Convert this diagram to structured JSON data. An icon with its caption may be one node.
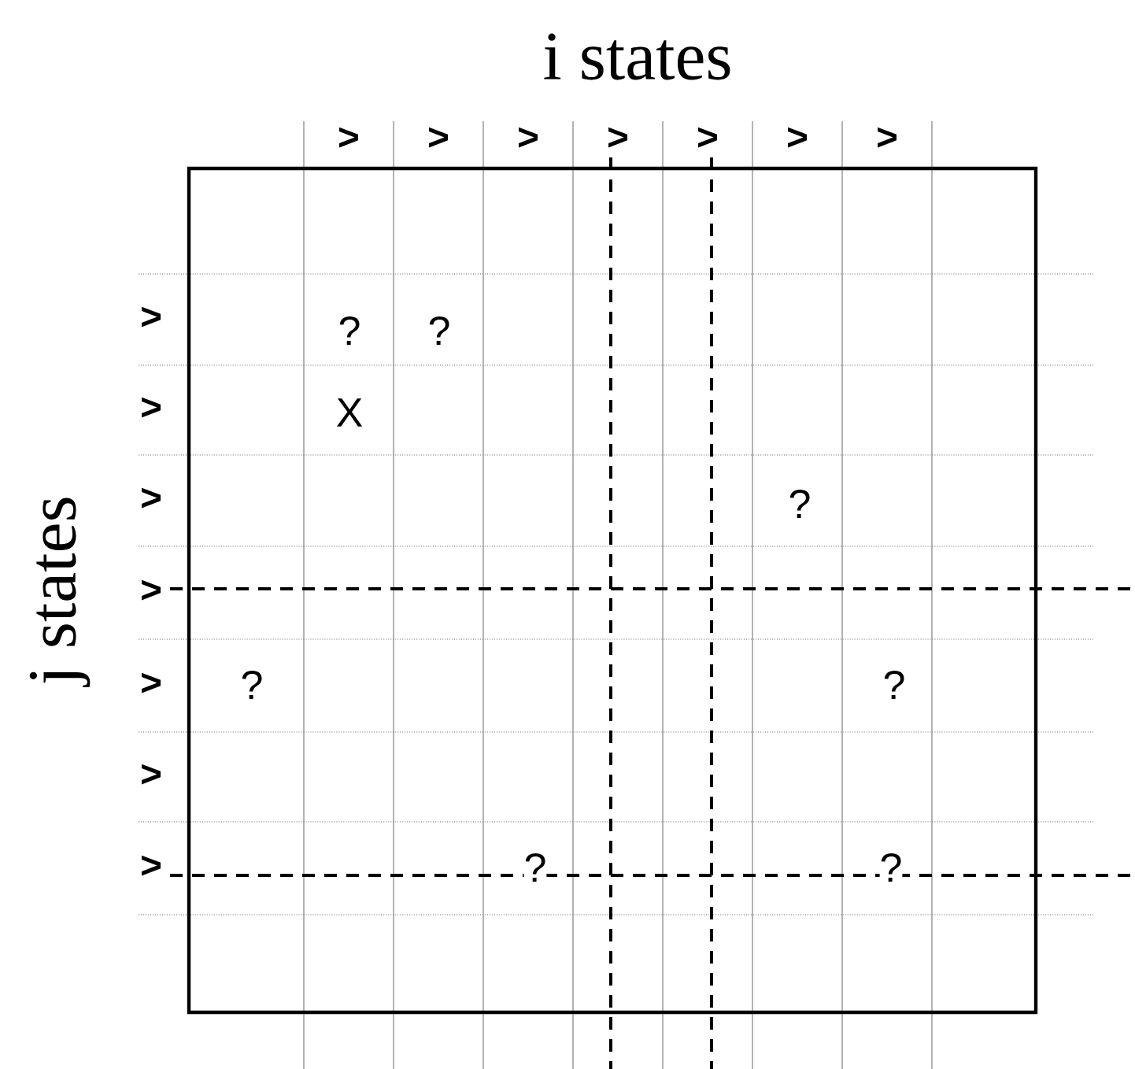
{
  "diagram": {
    "labels": [
      "i states",
      ">",
      ">",
      ">",
      ">",
      ">",
      ">",
      ">",
      "j states",
      ">",
      ">",
      ">",
      ">",
      ">",
      ">",
      ">",
      "?",
      "?",
      "X",
      "?",
      "?",
      "?",
      "?",
      "?"
    ]
  }
}
